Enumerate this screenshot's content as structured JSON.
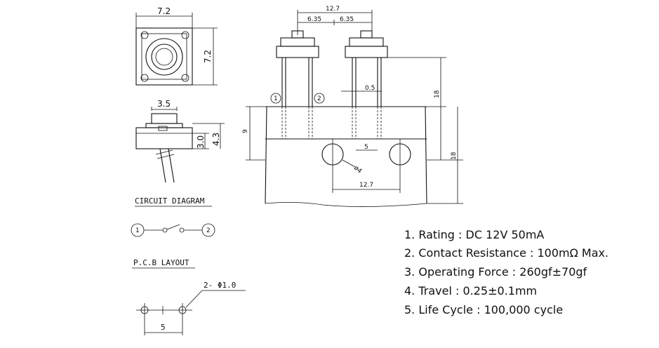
{
  "dimensions": {
    "top_width": "7.2",
    "top_height": "7.2",
    "side_width": "3.5",
    "side_h1": "3.0",
    "side_h2": "4.3",
    "pitch_total": "12.7",
    "pitch_half_left": "6.35",
    "pitch_half_right": "6.35",
    "lead_width": "0.5",
    "height_upper": "18",
    "height_board": "9",
    "height_total": "18",
    "hole_pitch_small": "5",
    "hole_pitch_bottom": "12.7",
    "hole_diameter": "ø4"
  },
  "markers": {
    "terminal_1": "1",
    "terminal_2": "2"
  },
  "circuit": {
    "heading": "CIRCUIT DIAGRAM",
    "node_1": "1",
    "node_2": "2"
  },
  "pcb": {
    "heading": "P.C.B LAYOUT",
    "hole_label": "2- Φ1.0",
    "spacing": "5"
  },
  "specs": [
    "1. Rating : DC 12V 50mA",
    "2. Contact Resistance : 100mΩ Max.",
    "3. Operating Force : 260gf±70gf",
    "4. Travel : 0.25±0.1mm",
    "5. Life Cycle : 100,000 cycle"
  ]
}
